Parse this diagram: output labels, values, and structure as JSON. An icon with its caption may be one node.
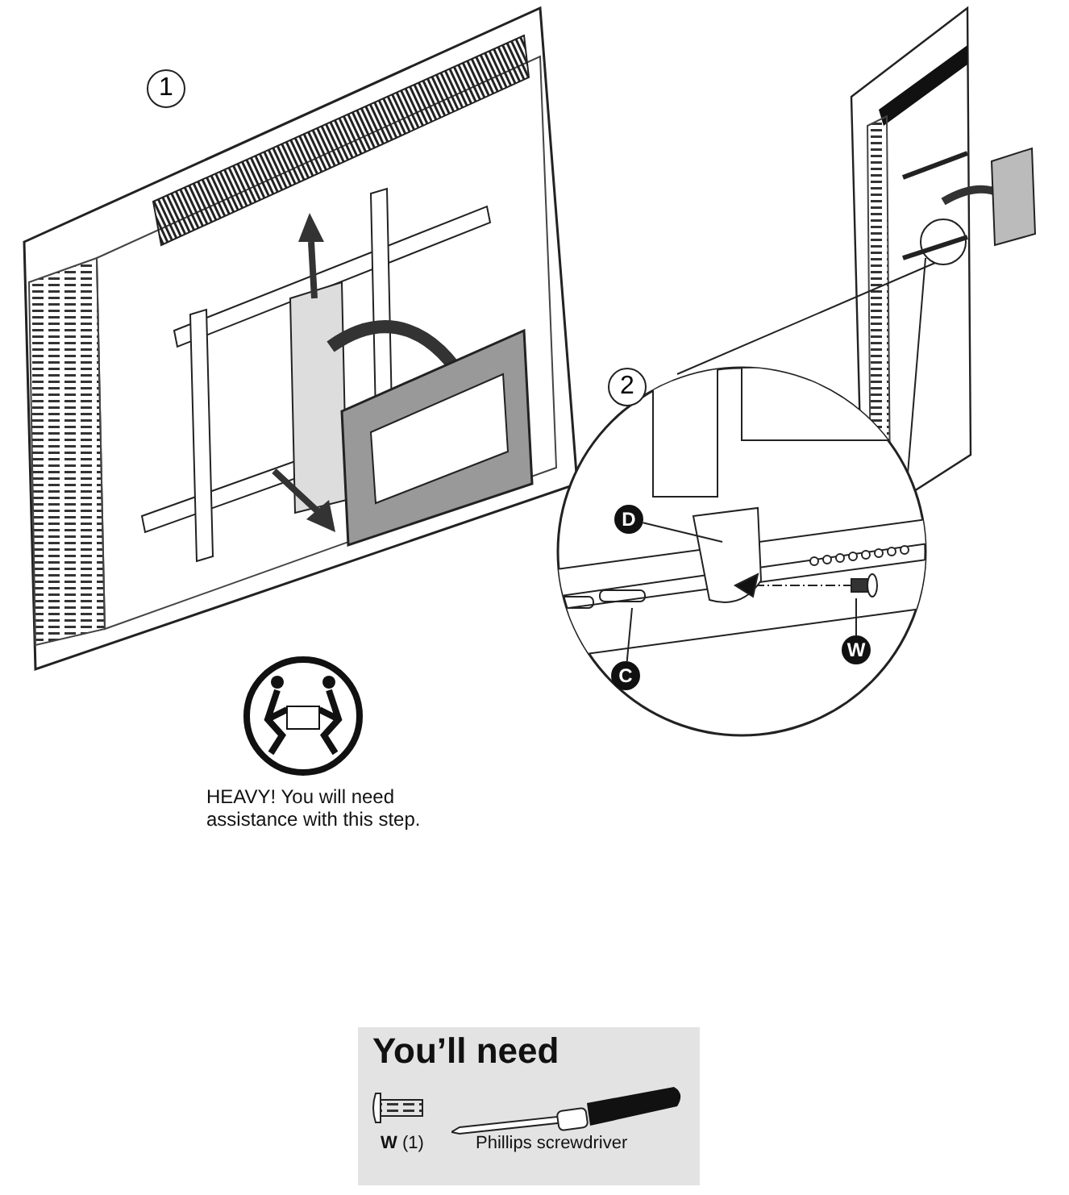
{
  "diagram": {
    "nodes": [
      {
        "text": [
          "D"
        ]
      },
      {
        "text": [
          "C"
        ]
      },
      {
        "text": [
          "W"
        ]
      }
    ],
    "edges": [
      {
        "from": 0,
        "to": null,
        "arrow": "none"
      },
      {
        "from": 1,
        "to": null,
        "arrow": "none"
      },
      {
        "from": 2,
        "to": null,
        "arrow": "none"
      }
    ],
    "labels": [
      "1",
      "2",
      "HEAVY! You will need assistance with this step.",
      "You’ll need",
      "**W** (1)",
      "Phillips screwdriver"
    ]
  }
}
